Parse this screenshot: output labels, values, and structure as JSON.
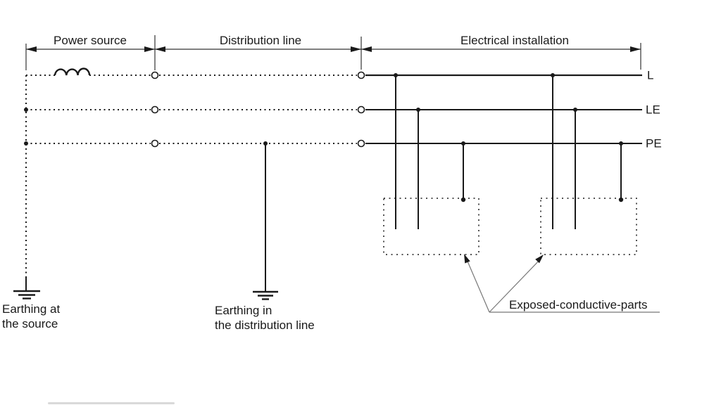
{
  "diagram": {
    "type": "earthing-system-wiring-diagram",
    "sections": [
      {
        "label": "Power source"
      },
      {
        "label": "Distribution line"
      },
      {
        "label": "Electrical installation"
      }
    ],
    "conductors": [
      {
        "label": "L"
      },
      {
        "label": "LE"
      },
      {
        "label": "PE"
      }
    ],
    "annotations": {
      "earthing_source": {
        "line1": "Earthing at",
        "line2": "the source"
      },
      "earthing_distribution": {
        "line1": "Earthing in",
        "line2": "the distribution line"
      },
      "exposed_parts": "Exposed-conductive-parts"
    },
    "icons": {
      "inductor-coil-icon": "three upward arcs on L conductor",
      "earth-ground-icon": "three stacked horizontal bars",
      "terminal-node-icon": "small open circle",
      "junction-dot-icon": "small filled dot"
    },
    "colors": {
      "line": "#1a1a1a",
      "dimension": "#333333",
      "leader": "#777777",
      "background": "#ffffff",
      "footer_bar": "#d9d9d9"
    }
  }
}
